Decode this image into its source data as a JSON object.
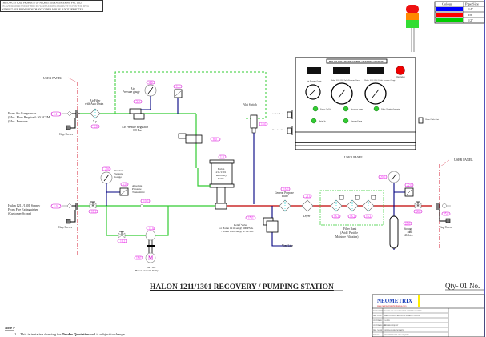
{
  "header_notice": {
    "lines": [
      "THIS DWG IS SOLE PROPERTY OF NEOMETRIX ENGINEERING PVT. LTD.",
      "UNAUTHORISED USE OF THIS DWG. OR MAKING PRODUCT AS PER THIS DWG",
      "WITHOUT OUR PERMISSION OR ANY OTHER MISUSE IS NOT PERMITTED"
    ]
  },
  "legend": {
    "headers": [
      "Colour",
      "Pipe Size"
    ],
    "rows": [
      {
        "color": "#0000ff",
        "size": "1/4\""
      },
      {
        "color": "#ff0000",
        "size": "3/8\""
      },
      {
        "color": "#00cc00",
        "size": "1/2\""
      }
    ]
  },
  "user_panel_labels": {
    "left": "USER PANEL",
    "right": "USER PANEL",
    "bottom": "USER PANEL"
  },
  "air_section": {
    "source": [
      "From Air Compressor",
      "(Max. Flow Required: 50 SCFM",
      "(Max. Pressure:"
    ],
    "cap_cover": "Cap Cover",
    "air_filter": [
      "Air Filter",
      "with Auto Drain"
    ],
    "filter_rating": "5 µ",
    "air_gauge": [
      "Air",
      "Pressure gauge"
    ],
    "regulator": [
      "Air Pressure Regulator",
      "0-8 Bar"
    ],
    "pilot_switch": "Pilot Switch"
  },
  "halon_section": {
    "source": [
      "Halon 1211/1301 Supply",
      "From Fire Extinguisher",
      "(Customer Scope)"
    ],
    "cap_cover": "Cap Cover",
    "abs_gauge": [
      "Absolute",
      "Pressure",
      "Gauge"
    ],
    "abs_transmitter": [
      "Absolute",
      "Pressure",
      "Transmitter"
    ],
    "vacuum_pump": [
      "Oil Free",
      "Halon Vacuum Pump"
    ],
    "motor": "M",
    "recovery_pump": [
      "Halon",
      "1211/1301",
      "Recovery",
      "Pump"
    ],
    "relief_valve": [
      "Relief Valve",
      "for Halon 1211 set @ 300 PSIG",
      "/ Halon 1301 set @ 475 PSIG"
    ],
    "vent_line": "Vent Line",
    "gp_filter": [
      "General Purpose",
      "Filter"
    ],
    "dryer": "Dryer",
    "filter_bank": [
      "Filter Bank",
      "(Acid / Particle",
      "Moisture Filtration)"
    ],
    "storage_tank": [
      "Storage",
      "Tank",
      "46 Ltrs."
    ],
    "cap_cover_right": "Cap Cover"
  },
  "control_panel": {
    "title": "HALON 1211/1301 RECOVERY / PUMPING STATION",
    "gauges": [
      "Air Pressure Gauge",
      "Halon 1211/1301 Inlet Pressure Gauge",
      "Halon 1211/1301 Outlet Pressure Gauge"
    ],
    "emergency": "Emergency",
    "lamps": [
      "Power On/Off",
      "Recovery Pump",
      "Filter Clogging Indicator",
      "Mains In",
      "Vacuum Pump"
    ],
    "left_ports": [
      "Air Inlet Port",
      "Halon Inlet Port"
    ],
    "right_port": "Halon Outlet Port"
  },
  "tags": {
    "air_in": "1.1",
    "filter": "2.0",
    "gauge": "4.0",
    "regulator": "3.0",
    "sv": "1.2",
    "solenoid": "8.0",
    "pilot": "14.0",
    "pump": "1.0",
    "halon_in": "1.0",
    "valve1": "10.1",
    "abs_gauge": "20.0",
    "abs_trans": "6.0",
    "check": "10.0",
    "valve2": "11.2",
    "vac": "11.0",
    "motor": "18.0",
    "gp": "16.0",
    "dryer": "21.0",
    "relief": "15.0",
    "fb1": "16.1",
    "fb2": "16.2",
    "fb3": "16.3",
    "out_gauge": "20.0",
    "out_trans": "22.0",
    "tank": "23.0",
    "valve3": "24.0",
    "halon_out": "25.0"
  },
  "title": "HALON 1211/1301 RECOVERY / PUMPING STATION",
  "quantity": "Qty- 01 No.",
  "title_block": {
    "company": "NEOMETRIX",
    "website": "www.neometrixtechnologies.com",
    "rows": [
      [
        "PROJECT TITLE",
        "HALON 1211/1301 RECOVERY / PUMPING STATION"
      ],
      [
        "DRG. TITLE",
        "P&ID OF HALON RECOVERY/PUMPING STATION"
      ],
      [
        "CUSTOMER",
        "AS PER"
      ],
      [
        "CUSTOMER ADD.",
        "TENDER ENQUIRY"
      ],
      [
        "DRG. NAME",
        "GENERAL ARRANGEMENT"
      ],
      [
        "REF. NO.",
        "NEOMETRIX PVT. LTD. ENQUIRY"
      ]
    ]
  },
  "notes": {
    "heading": "Note :-",
    "items": [
      {
        "num": "1.",
        "pre": "This is tentative drawing for ",
        "bold": "Tender Quotation",
        "post": " and is subject to change."
      }
    ]
  }
}
